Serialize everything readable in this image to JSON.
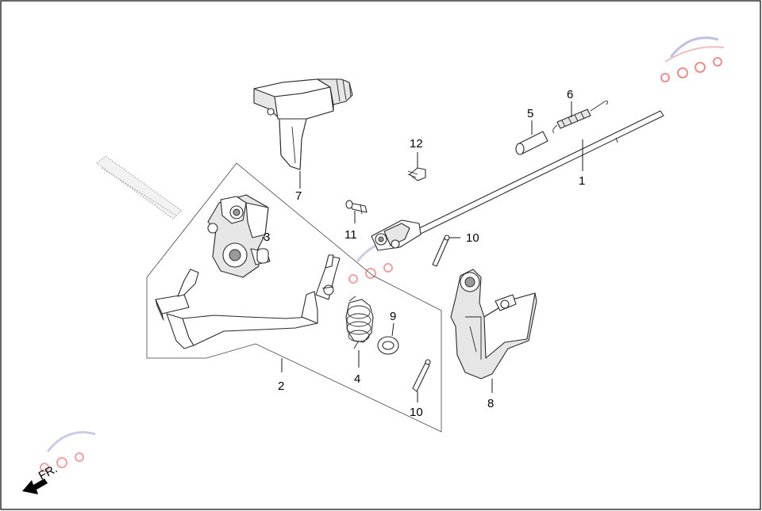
{
  "diagram": {
    "callouts": {
      "c1": "1",
      "c2": "2",
      "c3": "3",
      "c4": "4",
      "c5": "5",
      "c6": "6",
      "c7": "7",
      "c8": "8",
      "c9": "9",
      "c10a": "10",
      "c10b": "10",
      "c11": "11",
      "c12": "12"
    },
    "direction_label": "FR."
  },
  "colors": {
    "line": "#2a2a2a",
    "fill_light": "#e6e6e6",
    "fill_dark": "#9a9a9a"
  }
}
